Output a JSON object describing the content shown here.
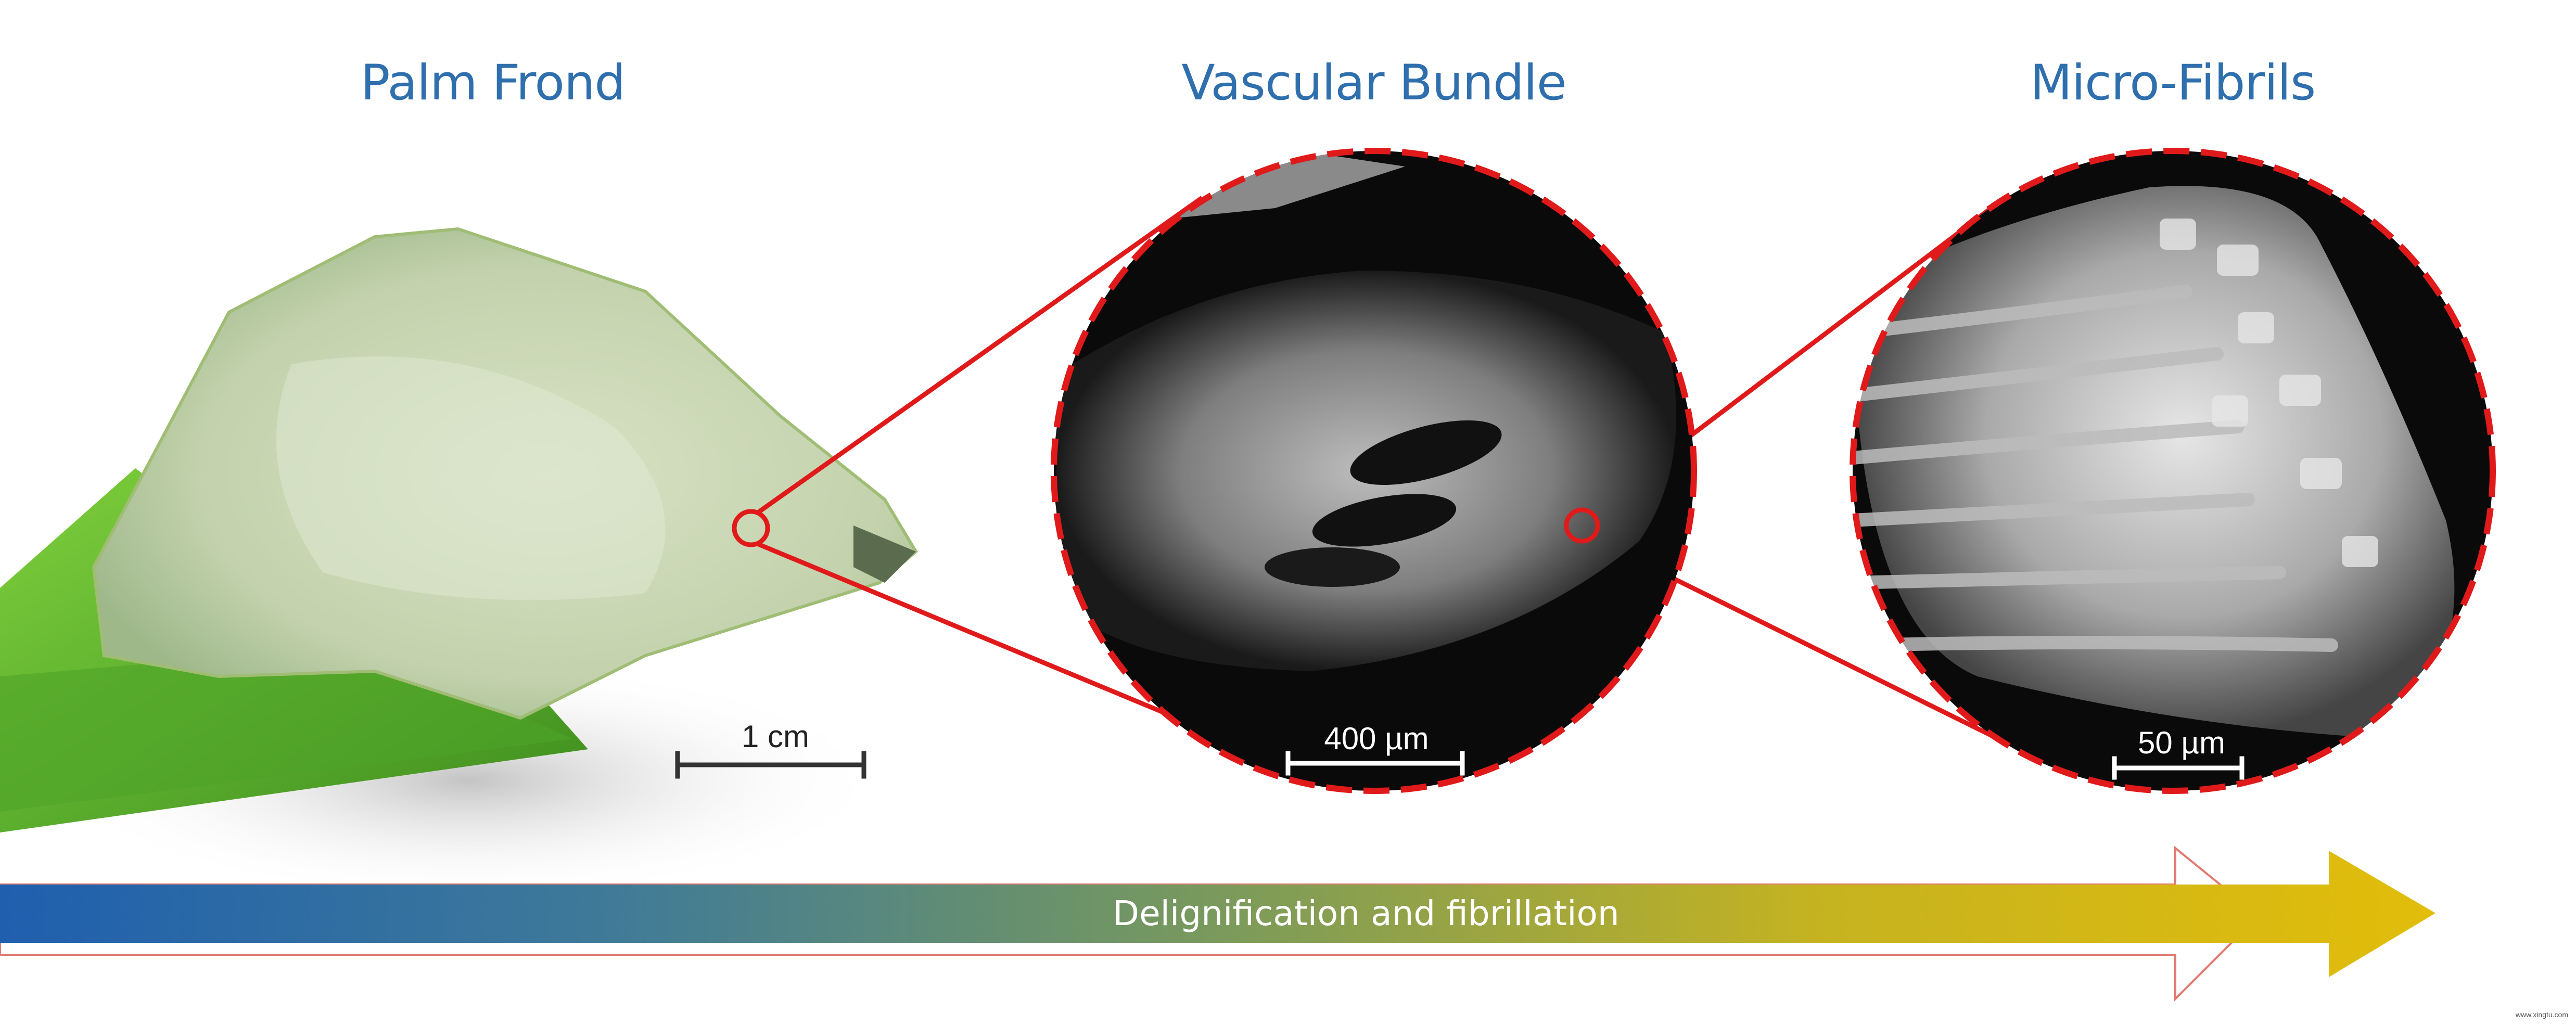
{
  "panels": [
    {
      "title": "Palm Frond",
      "scale_label": "1 cm"
    },
    {
      "title": "Vascular Bundle",
      "scale_label": "400 µm"
    },
    {
      "title": "Micro-Fibrils",
      "scale_label": "50 µm"
    }
  ],
  "arrow": {
    "label": "Delignification and fibrillation"
  },
  "watermark": "www.xingtu.com",
  "colors": {
    "title": "#2f6fad",
    "callout": "#e01a1a",
    "arrow_start": "#1f5fae",
    "arrow_mid": "#7a9a58",
    "arrow_end": "#e2bd0a",
    "frond_green": "#5cae2e",
    "frond_cross_section": "#c9d6b4"
  },
  "icons": [
    "palm-frond-photo",
    "sem-vascular-bundle",
    "sem-micro-fibrils",
    "magnifier-circle"
  ]
}
